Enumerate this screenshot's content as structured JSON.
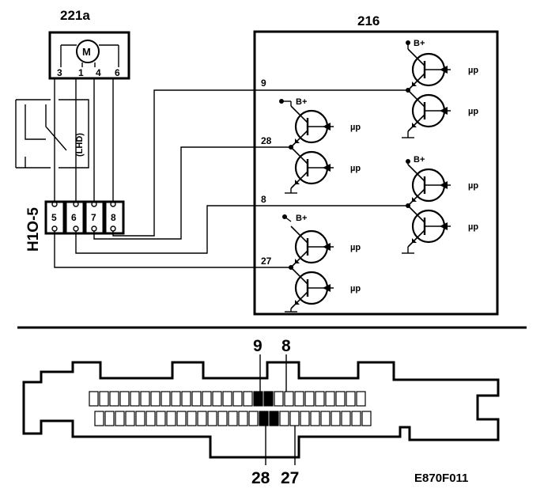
{
  "motor": {
    "id": "221a",
    "symbol": "M",
    "pins": [
      "3",
      "1",
      "4",
      "6"
    ]
  },
  "module": {
    "id": "216"
  },
  "connector": {
    "id": "H1O-5",
    "lhd_note": "(LHD)",
    "pins": [
      "5",
      "6",
      "7",
      "8"
    ]
  },
  "module_pins": [
    "9",
    "28",
    "8",
    "27"
  ],
  "driver_labels": {
    "supply": "B+",
    "control": "µp"
  },
  "plug_view": {
    "top_labels": [
      "9",
      "8"
    ],
    "bottom_labels": [
      "28",
      "27"
    ]
  },
  "figure_code": "E870F011"
}
